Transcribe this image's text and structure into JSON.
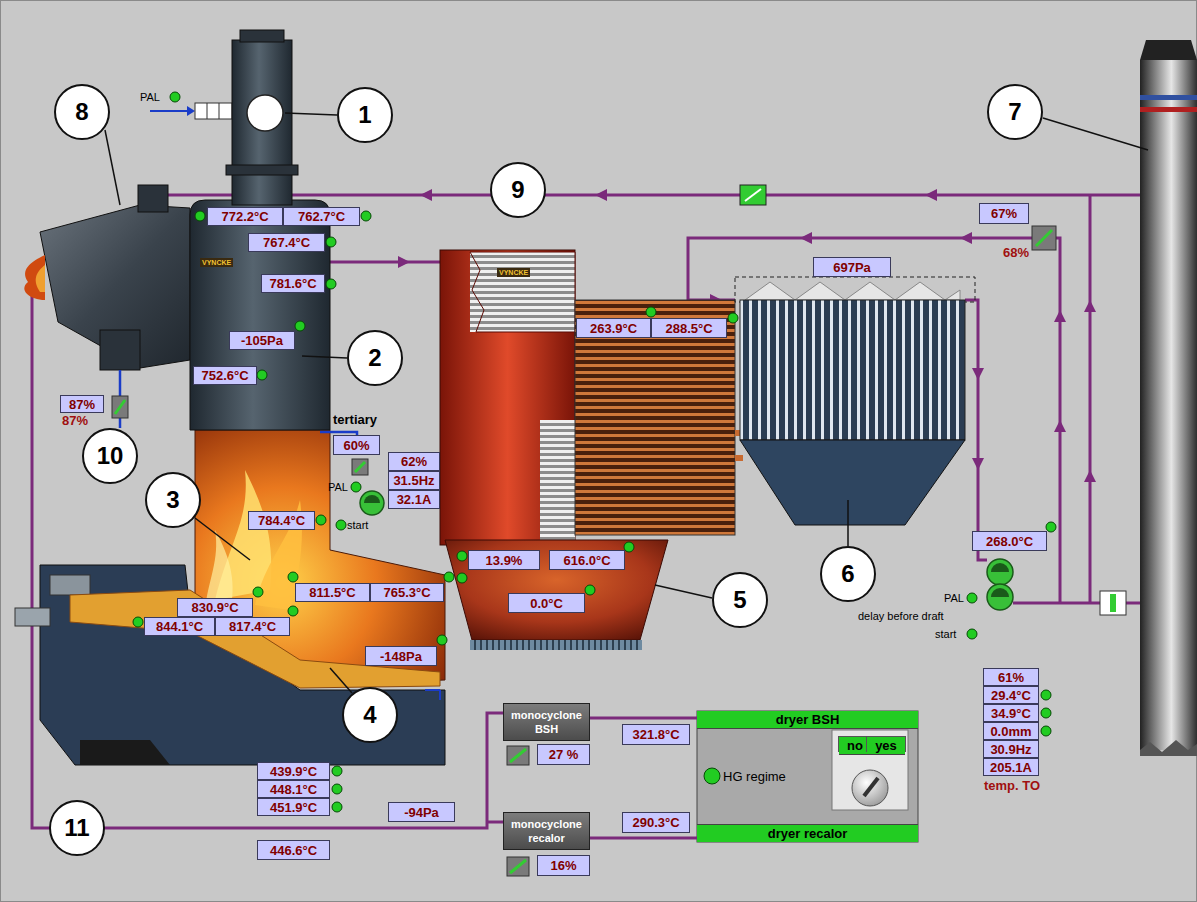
{
  "diagram": {
    "nodes": [
      {
        "text": [
          "8"
        ]
      },
      {
        "text": [
          "1"
        ]
      },
      {
        "text": [
          "7"
        ]
      },
      {
        "text": [
          "9"
        ]
      },
      {
        "text": [
          "772.2°C"
        ]
      },
      {
        "text": [
          "762.7°C"
        ]
      },
      {
        "text": [
          "67%"
        ]
      },
      {
        "text": [
          "767.4°C"
        ]
      },
      {
        "text": [
          "697Pa"
        ]
      },
      {
        "text": [
          "781.6°C"
        ]
      },
      {
        "text": [
          "263.9°C"
        ]
      },
      {
        "text": [
          "288.5°C"
        ]
      },
      {
        "text": [
          "-105Pa"
        ]
      },
      {
        "text": [
          "2"
        ]
      },
      {
        "text": [
          "752.6°C"
        ]
      },
      {
        "text": [
          "87%"
        ]
      },
      {
        "text": [
          "60%"
        ]
      },
      {
        "text": [
          "10"
        ]
      },
      {
        "text": [
          "62%"
        ]
      },
      {
        "text": [
          "31.5Hz"
        ]
      },
      {
        "text": [
          "32.1A"
        ]
      },
      {
        "text": [
          "3"
        ]
      },
      {
        "text": [
          "784.4°C"
        ]
      },
      {
        "text": [
          "268.0°C"
        ]
      },
      {
        "text": [
          "13.9%"
        ]
      },
      {
        "text": [
          "616.0°C"
        ]
      },
      {
        "text": [
          "6"
        ]
      },
      {
        "text": [
          "811.5°C"
        ]
      },
      {
        "text": [
          "765.3°C"
        ]
      },
      {
        "text": [
          "0.0°C"
        ]
      },
      {
        "text": [
          "830.9°C"
        ]
      },
      {
        "text": [
          "5"
        ]
      },
      {
        "text": [
          "844.1°C"
        ]
      },
      {
        "text": [
          "817.4°C"
        ]
      },
      {
        "text": [
          "-148Pa"
        ]
      },
      {
        "text": [
          "61%"
        ]
      },
      {
        "text": [
          "29.4°C"
        ]
      },
      {
        "text": [
          "34.9°C"
        ]
      },
      {
        "text": [
          "0.0mm"
        ]
      },
      {
        "text": [
          "30.9Hz"
        ]
      },
      {
        "text": [
          "205.1A"
        ]
      },
      {
        "text": [
          "monocyclone BSH"
        ]
      },
      {
        "text": [
          "4"
        ]
      },
      {
        "text": [
          "dryer BSH",
          "HG regime",
          "dryer recalor"
        ]
      },
      {
        "text": [
          "no"
        ],
        "in": 43
      },
      {
        "text": [
          "yes"
        ],
        "in": 43
      },
      {
        "text": [
          "27 %"
        ]
      },
      {
        "text": [
          "321.8°C"
        ]
      },
      {
        "text": [
          "439.9°C"
        ]
      },
      {
        "text": [
          "448.1°C"
        ]
      },
      {
        "text": [
          "451.9°C"
        ]
      },
      {
        "text": [
          "-94Pa"
        ]
      },
      {
        "text": [
          "monocyclone recalor"
        ]
      },
      {
        "text": [
          "16%"
        ]
      },
      {
        "text": [
          "290.3°C"
        ]
      },
      {
        "text": [
          "11"
        ]
      },
      {
        "text": [
          "446.6°C"
        ]
      }
    ],
    "edges": [
      {
        "from": 41,
        "to": 43,
        "arrow": "none"
      },
      {
        "from": 52,
        "to": 43,
        "arrow": "none"
      }
    ],
    "labels": [
      "PAL",
      "VYNCKE",
      "VYNCKE",
      "68%",
      "87%",
      "tertiary",
      "PAL",
      "start",
      "PAL",
      "delay before draft",
      "start",
      "temp. TO"
    ]
  }
}
